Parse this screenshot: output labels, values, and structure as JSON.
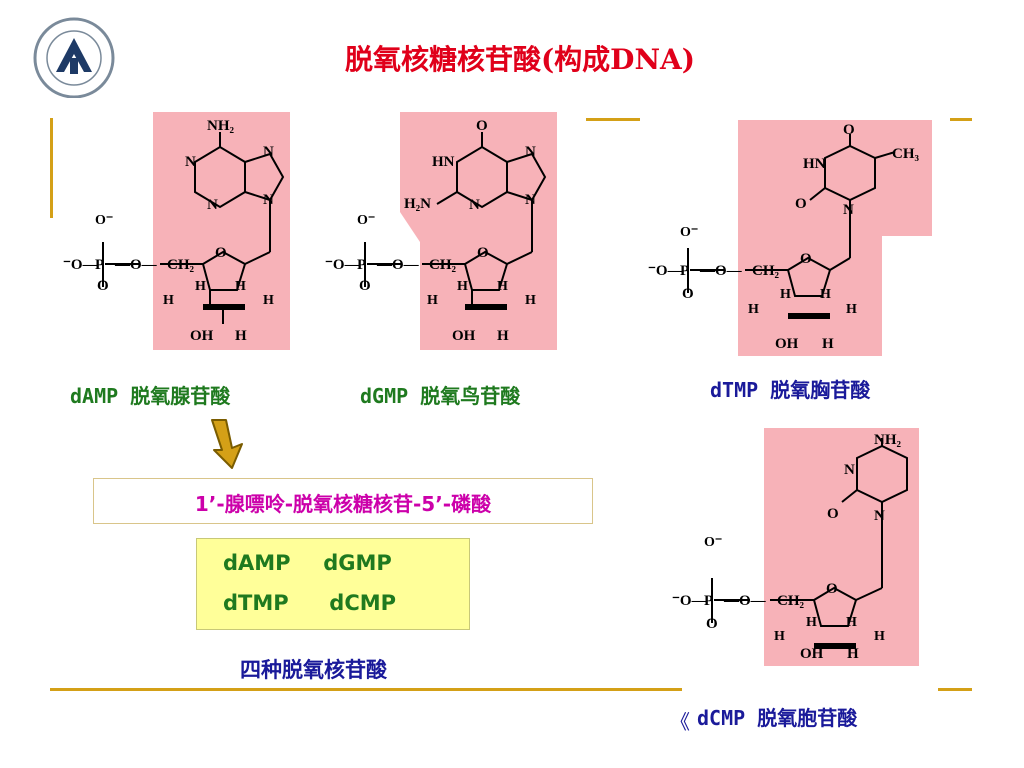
{
  "title": "脱氧核糖核苷酸(构成DNA)",
  "labels": {
    "damp": "dAMP 脱氧腺苷酸",
    "dgmp": "dGMP 脱氧鸟苷酸",
    "dtmp": "dTMP 脱氧胸苷酸",
    "dcmp": "dCMP 脱氧胞苷酸"
  },
  "formula": "1’-腺嘌呤-脱氧核糖核苷-5’-磷酸",
  "four_list": {
    "row1": [
      "dAMP",
      "dGMP"
    ],
    "row2": [
      "dTMP",
      "dCMP"
    ]
  },
  "four_caption": "四种脱氧核苷酸",
  "molecule_text": {
    "nh2": "NH₂",
    "n": "N",
    "o": "O",
    "oh": "OH",
    "h": "H",
    "hn": "HN",
    "h2n": "H₂N",
    "ch3": "CH₃",
    "ch2": "CH₂",
    "p": "P",
    "o_minus": "O⁻",
    "minus_o": "⁻O",
    "dash_o_dash": "—O—"
  },
  "colors": {
    "title": "#e0001a",
    "accent": "#d4a017",
    "highlight": "#f7b2b8",
    "box": "#ffff99"
  },
  "nav_mark": "《"
}
